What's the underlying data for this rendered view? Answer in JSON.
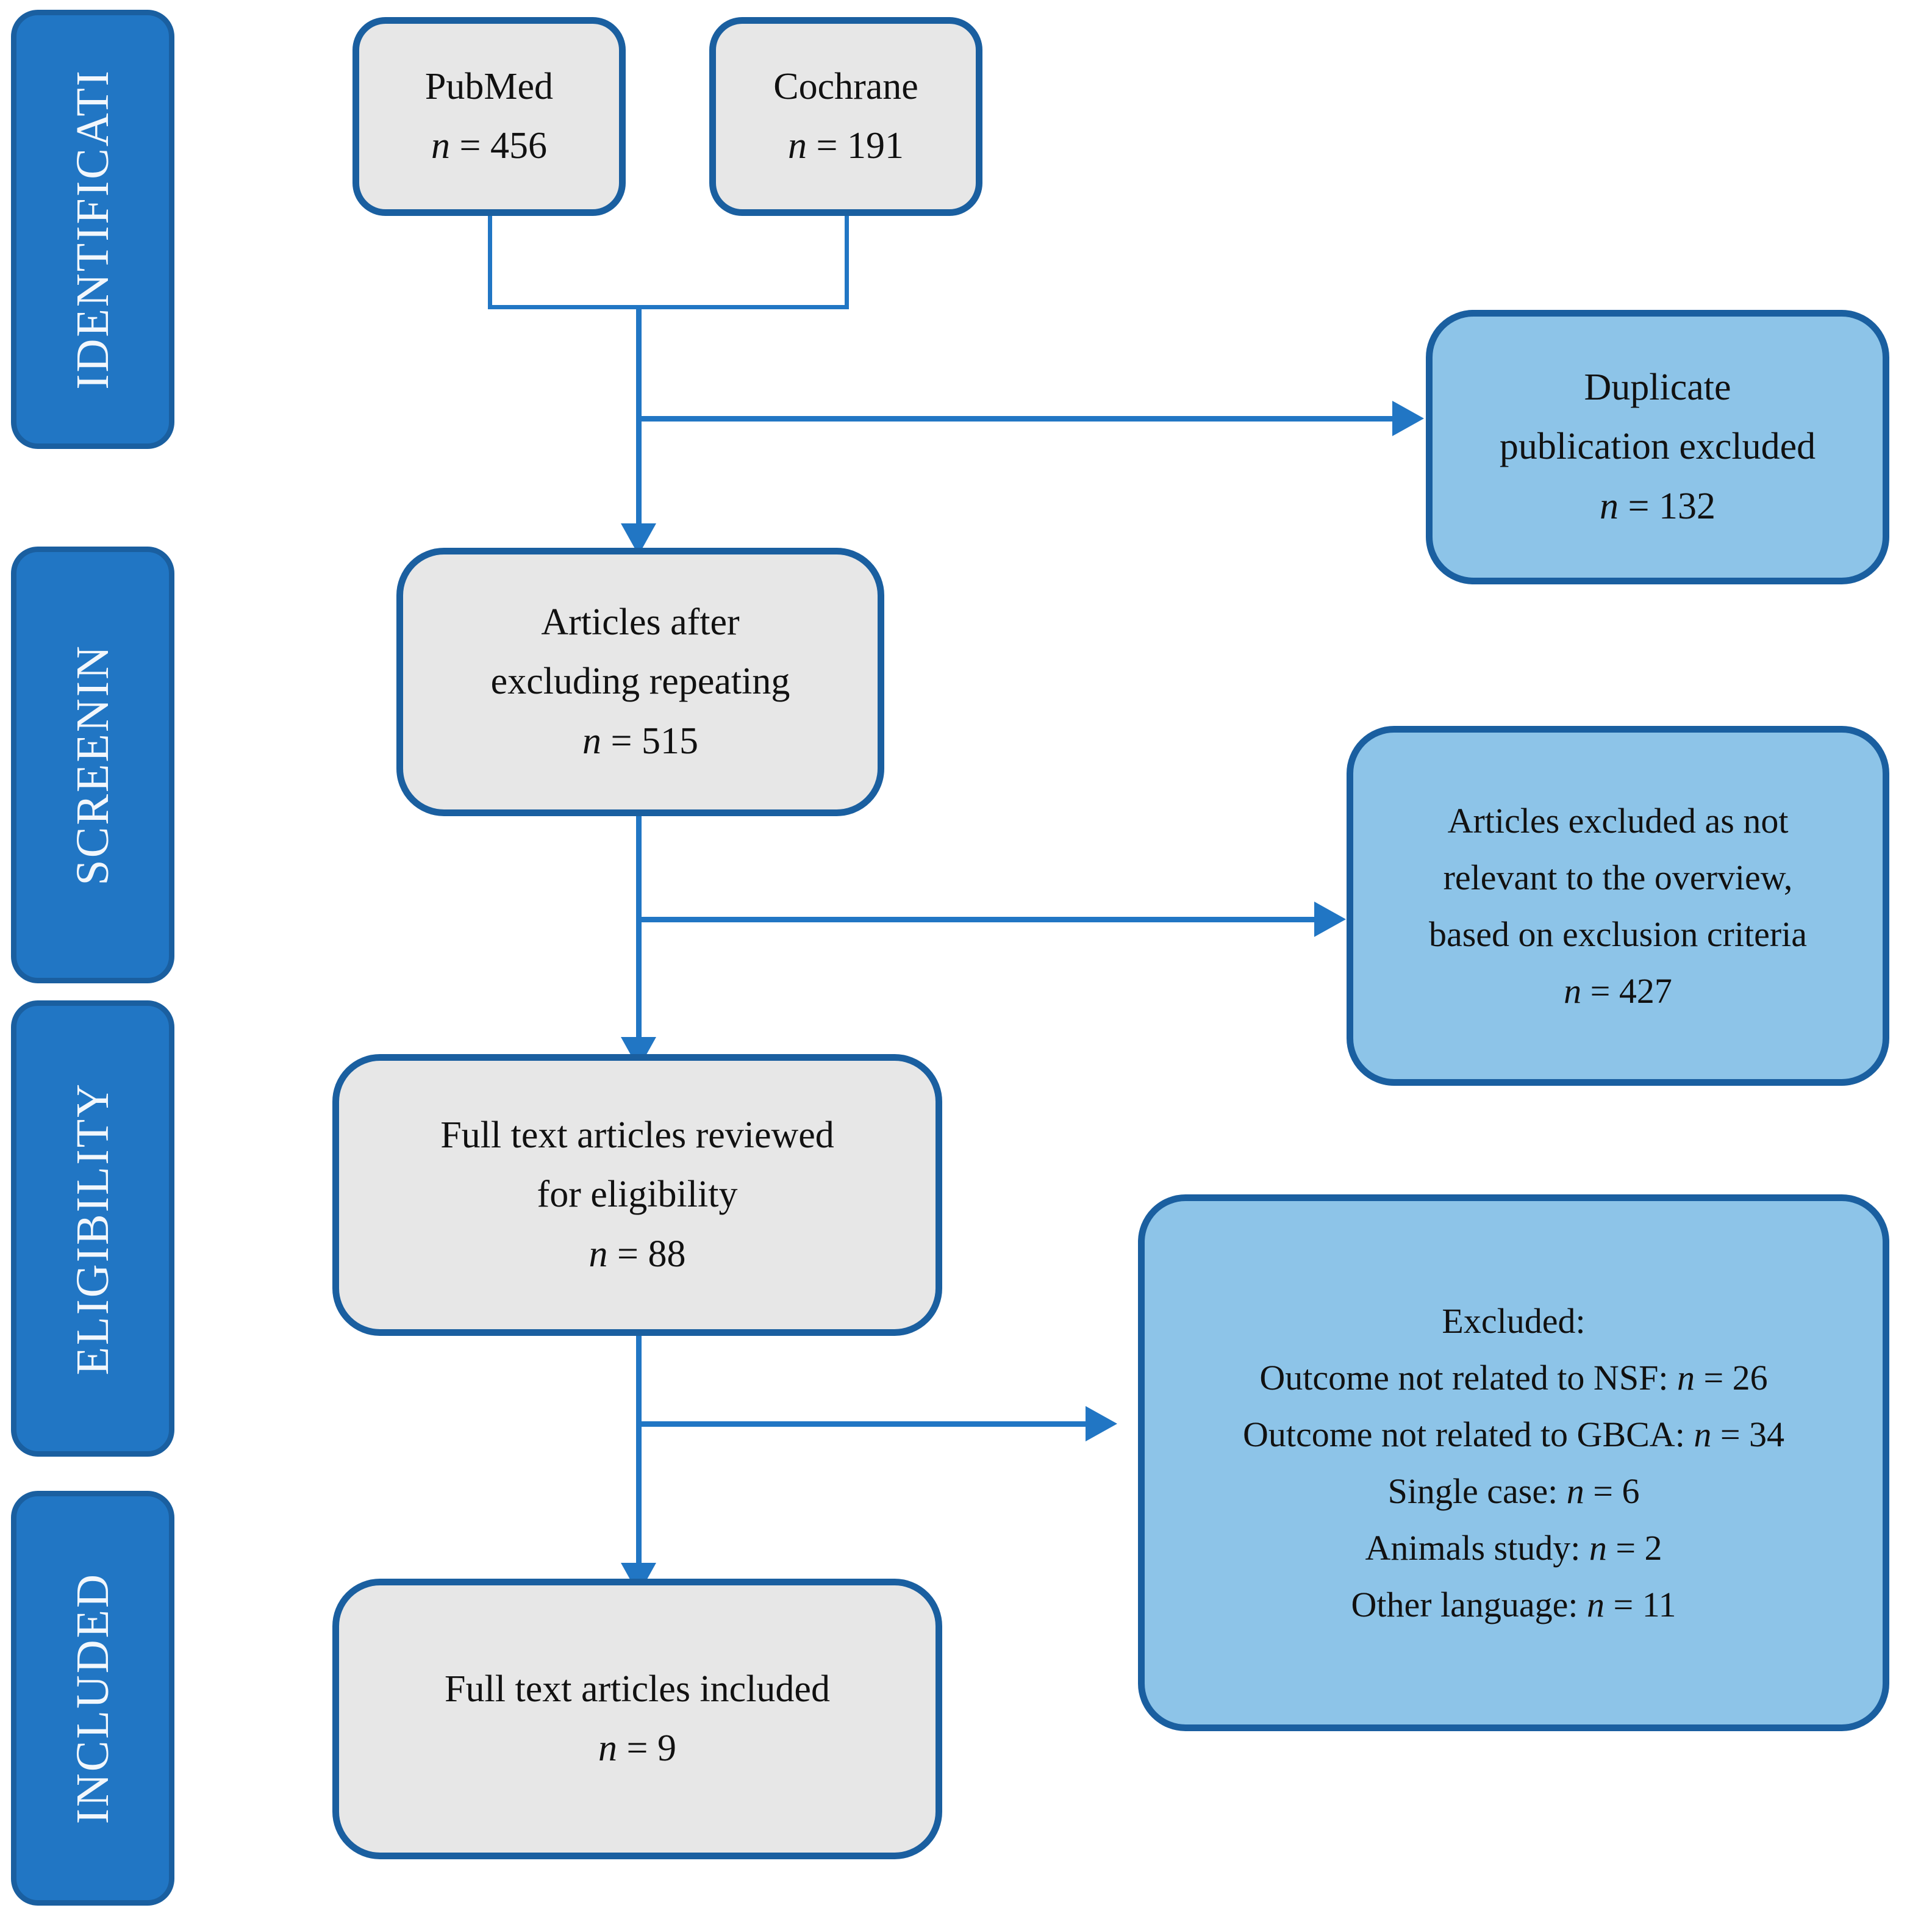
{
  "diagram": {
    "type": "prisma-flow-diagram",
    "colors": {
      "stage_fill": "#2176C4",
      "stage_border": "#1A5FA0",
      "stage_text": "#F2F7FC",
      "node_gray_fill": "#E7E7E7",
      "node_blue_fill": "#8DC4E8",
      "node_border": "#1A5FA0",
      "connector": "#2176C4",
      "background": "#FFFFFF"
    },
    "stages": [
      {
        "label": "IDENTIFICATI"
      },
      {
        "label": "SCREENIN"
      },
      {
        "label": "ELIGIBILITY"
      },
      {
        "label": "INCLUDED"
      }
    ],
    "nodes": {
      "pubmed": {
        "title": "PubMed",
        "count_prefix": "n",
        "count_eq": " = ",
        "count": "456"
      },
      "cochrane": {
        "title": "Cochrane",
        "count_prefix": "n",
        "count_eq": " = ",
        "count": "191"
      },
      "duplicate_excluded": {
        "line1": "Duplicate",
        "line2": "publication excluded",
        "count_prefix": "n",
        "count_eq": " = ",
        "count": "132"
      },
      "articles_after_dedup": {
        "line1": "Articles after",
        "line2": "excluding repeating",
        "count_prefix": "n",
        "count_eq": " = ",
        "count": "515"
      },
      "not_relevant_excluded": {
        "line1": "Articles excluded as not",
        "line2": "relevant to the overview,",
        "line3": "based on exclusion criteria",
        "count_prefix": "n",
        "count_eq": " = ",
        "count": "427"
      },
      "fulltext_reviewed": {
        "line1": "Full text articles reviewed",
        "line2": "for eligibility",
        "count_prefix": "n",
        "count_eq": " = ",
        "count": "88"
      },
      "excluded_reasons": {
        "heading": "Excluded:",
        "items": [
          {
            "label": "Outcome not related to NSF:",
            "count_prefix": "n",
            "count_eq": " = ",
            "count": "26"
          },
          {
            "label": "Outcome not related to GBCA:",
            "count_prefix": "n",
            "count_eq": " = ",
            "count": "34"
          },
          {
            "label": "Single case:",
            "count_prefix": "n",
            "count_eq": " = ",
            "count": "6"
          },
          {
            "label": "Animals study:",
            "count_prefix": "n",
            "count_eq": " = ",
            "count": "2"
          },
          {
            "label": "Other language:",
            "count_prefix": "n",
            "count_eq": " = ",
            "count": "11"
          }
        ]
      },
      "fulltext_included": {
        "line1": "Full text articles included",
        "count_prefix": "n",
        "count_eq": " = ",
        "count": "9"
      }
    }
  }
}
